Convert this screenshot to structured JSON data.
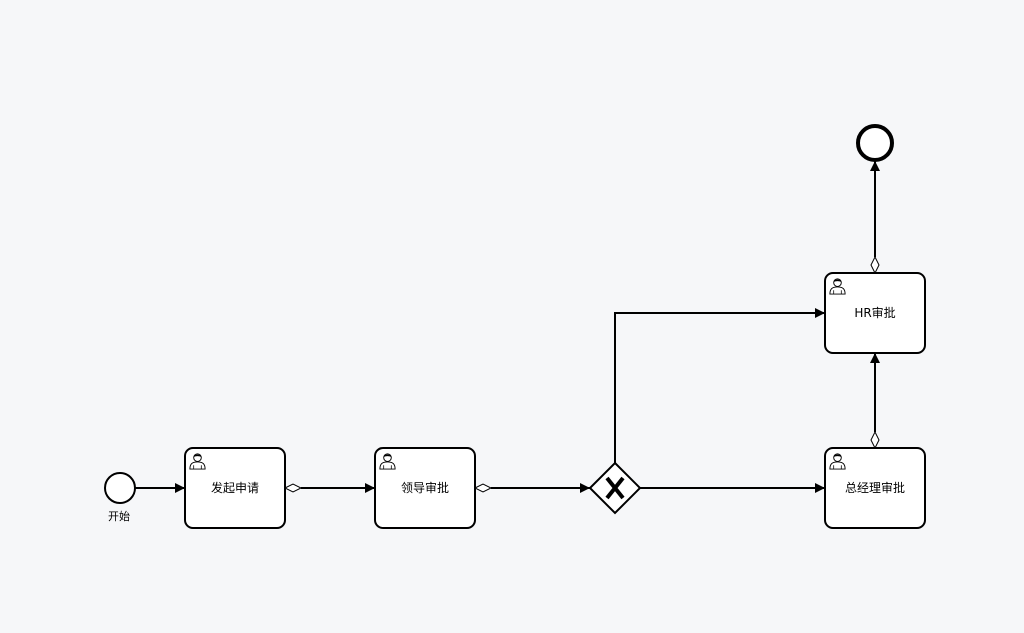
{
  "diagram": {
    "start_event": {
      "label": "开始"
    },
    "tasks": {
      "submit": {
        "label": "发起申请",
        "icon": "user-icon"
      },
      "leader": {
        "label": "领导审批",
        "icon": "user-icon"
      },
      "gm": {
        "label": "总经理审批",
        "icon": "user-icon"
      },
      "hr": {
        "label": "HR审批",
        "icon": "user-icon"
      }
    },
    "gateway": {
      "type": "exclusive",
      "symbol": "X"
    },
    "end_event": {
      "label": ""
    },
    "colors": {
      "background": "#f6f7f9",
      "stroke": "#000000",
      "fill": "#ffffff"
    }
  }
}
